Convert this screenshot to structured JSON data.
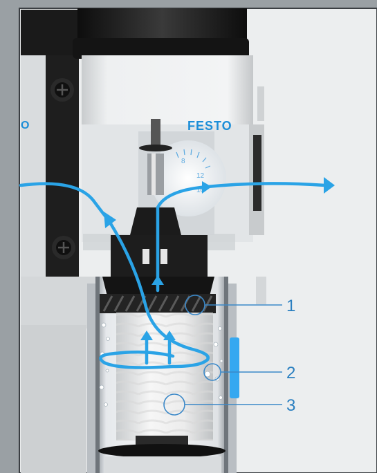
{
  "brand": {
    "main_logo": "FESTO",
    "side_logo_fragment": "O"
  },
  "gauge": {
    "tick_labels": [
      "8",
      "12",
      "16"
    ]
  },
  "callouts": [
    {
      "number": "1"
    },
    {
      "number": "2"
    },
    {
      "number": "3"
    }
  ],
  "colors": {
    "flow_arrow": "#2aa3e6",
    "sight_glass": "#35a8f0",
    "callout_line": "#3b88c8",
    "logo": "#1c8ed8",
    "frame": "#9aa0a4"
  }
}
